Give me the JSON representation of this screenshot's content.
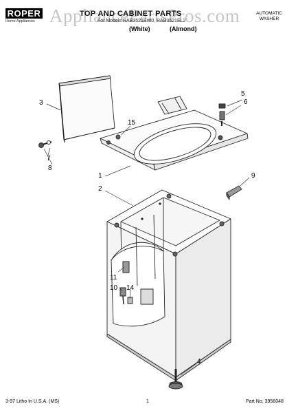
{
  "header": {
    "brand": "ROPER",
    "brand_tagline": "Home Appliances",
    "title": "TOP AND CABINET PARTS",
    "model_line": "For Models RAB3521EW0, RAB3521EL2",
    "variants": "(White) (Almond)",
    "product_type": "AUTOMATIC WASHER",
    "watermark": "AppliancePartsPros.com"
  },
  "callouts": [
    {
      "id": "1",
      "label": "1"
    },
    {
      "id": "2",
      "label": "2"
    },
    {
      "id": "3",
      "label": "3"
    },
    {
      "id": "4",
      "label": "4"
    },
    {
      "id": "5",
      "label": "5"
    },
    {
      "id": "6",
      "label": "6"
    },
    {
      "id": "7",
      "label": "7"
    },
    {
      "id": "8",
      "label": "8"
    },
    {
      "id": "9",
      "label": "9"
    },
    {
      "id": "10",
      "label": "10"
    },
    {
      "id": "11",
      "label": "11"
    },
    {
      "id": "14",
      "label": "14"
    },
    {
      "id": "15",
      "label": "15"
    }
  ],
  "footer": {
    "litho": "3-97 Litho In U.S.A. (MS)",
    "page": "1",
    "part_no": "Part No. 3956048"
  }
}
